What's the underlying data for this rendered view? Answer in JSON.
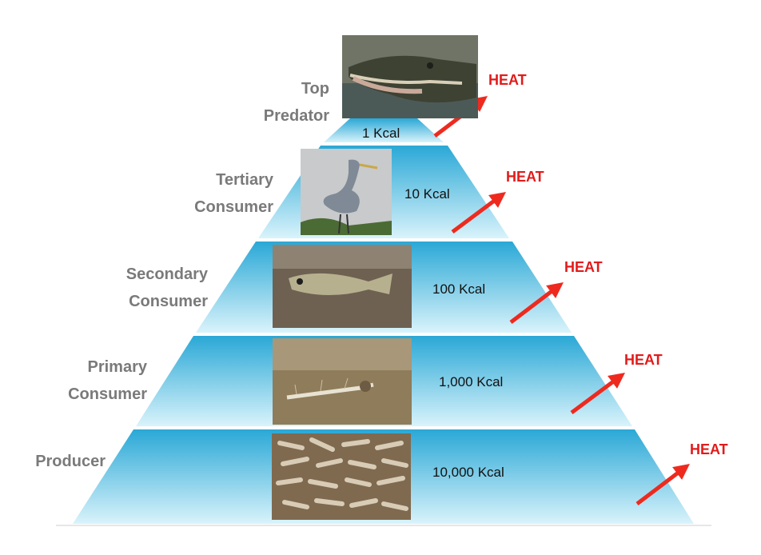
{
  "pyramid": {
    "levels": [
      {
        "name_lines": [
          "Top",
          "Predator"
        ],
        "energy": "1 Kcal",
        "heat": "HEAT",
        "photo_icon": "alligator-photo"
      },
      {
        "name_lines": [
          "Tertiary",
          "Consumer"
        ],
        "energy": "10 Kcal",
        "heat": "HEAT",
        "photo_icon": "heron-photo"
      },
      {
        "name_lines": [
          "Secondary",
          "Consumer"
        ],
        "energy": "100 Kcal",
        "heat": "HEAT",
        "photo_icon": "fish-photo"
      },
      {
        "name_lines": [
          "Primary",
          "Consumer"
        ],
        "energy": "1,000 Kcal",
        "heat": "HEAT",
        "photo_icon": "mosquito-larva-photo"
      },
      {
        "name_lines": [
          "Producer"
        ],
        "energy": "10,000 Kcal",
        "heat": "HEAT",
        "photo_icon": "algae-photo"
      }
    ]
  },
  "colors": {
    "tier_top": "#2aa8d6",
    "tier_bottom": "#d9f3fb",
    "heat_arrow": "#ee2a1f",
    "label_text": "#7a7a7a"
  }
}
